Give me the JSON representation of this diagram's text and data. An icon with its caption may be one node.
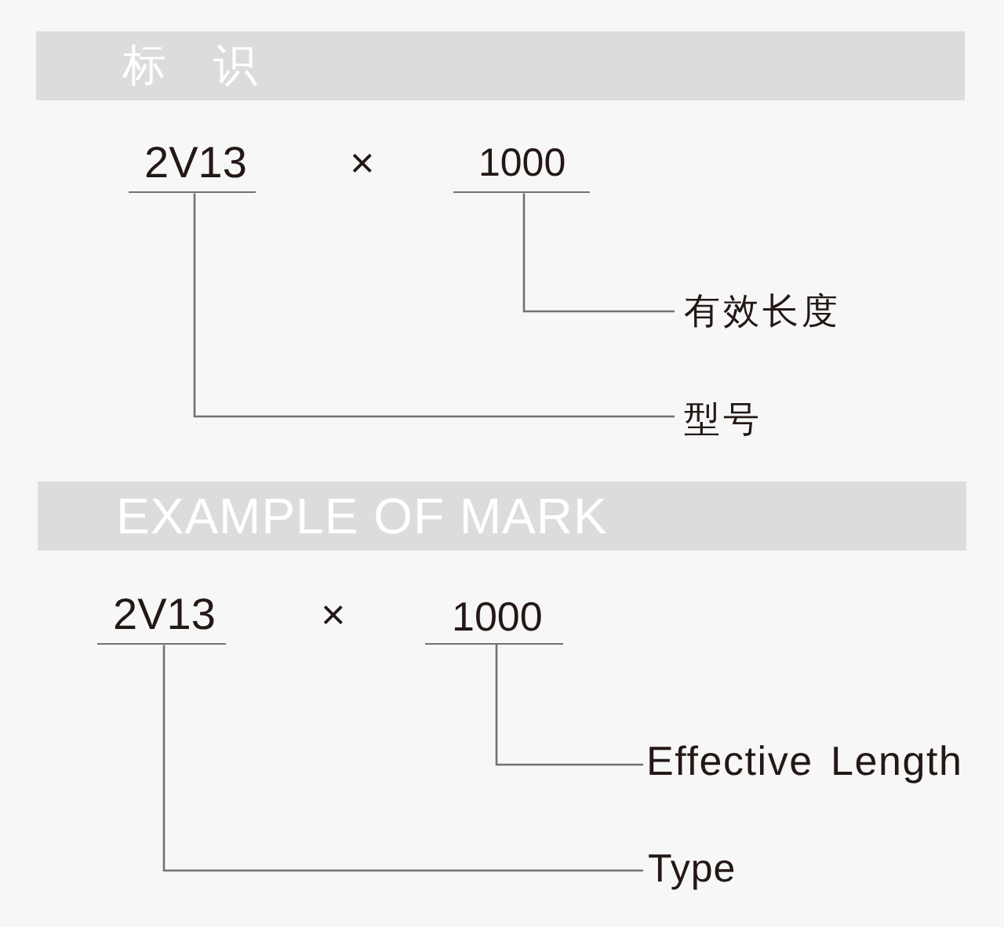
{
  "diagram": {
    "nodes": [
      {
        "text": [
          "标 识"
        ]
      },
      {
        "text": [
          "2V13"
        ]
      },
      {
        "text": [
          "1000"
        ]
      },
      {
        "text": [
          "有效长度"
        ]
      },
      {
        "text": [
          "型号"
        ]
      },
      {
        "text": [
          "EXAMPLE OF MARK"
        ]
      },
      {
        "text": [
          "2V13"
        ]
      },
      {
        "text": [
          "1000"
        ]
      },
      {
        "text": [
          "Effective Length"
        ]
      },
      {
        "text": [
          "Type"
        ]
      }
    ],
    "edges": [
      {
        "from": 2,
        "to": 3,
        "arrow": "none"
      },
      {
        "from": 1,
        "to": 4,
        "arrow": "none"
      },
      {
        "from": 7,
        "to": 8,
        "arrow": "none"
      },
      {
        "from": 6,
        "to": 9,
        "arrow": "none"
      }
    ],
    "labels": [
      "×",
      "×"
    ]
  }
}
